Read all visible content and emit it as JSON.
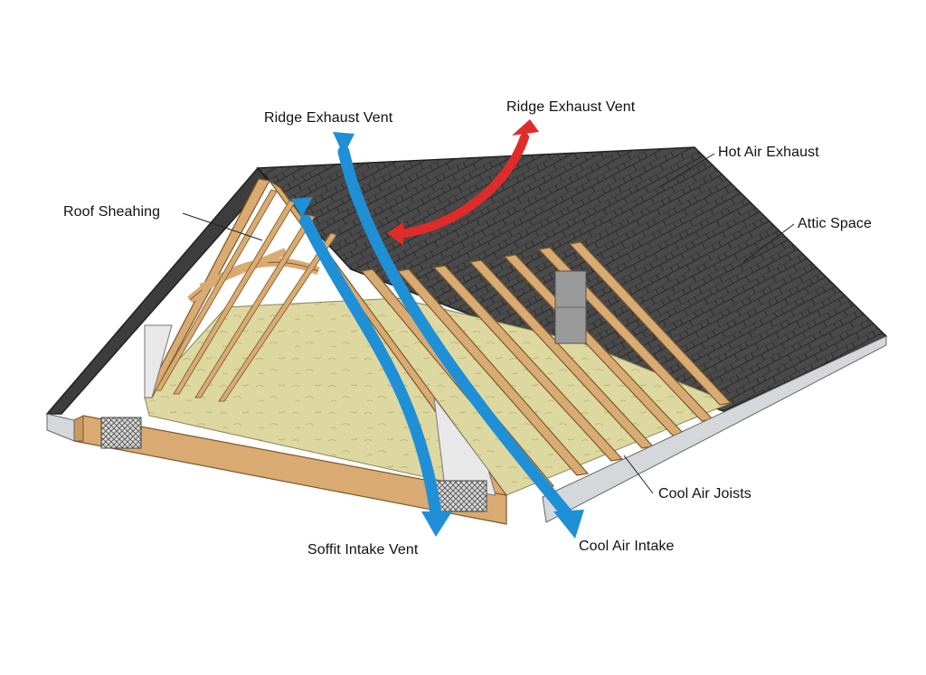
{
  "labels": {
    "ridge_exhaust_left": "Ridge Exhaust Vent",
    "ridge_exhaust_right": "Ridge Exhaust Vent",
    "hot_air_exhaust": "Hot Air Exhaust",
    "roof_sheathing": "Roof Sheahing",
    "attic_space": "Attic Space",
    "cool_air_joists": "Cool Air Joists",
    "soffit_intake_vent": "Soffit Intake Vent",
    "cool_air_intake": "Cool Air Intake"
  },
  "colors": {
    "shingle": "#4a4a4a",
    "wood": "#d9aa72",
    "insulation": "#ddd8a0",
    "cool_air_arrow": "#1f8fd6",
    "hot_air_arrow": "#e02b2b",
    "fascia": "#d5d8da"
  }
}
